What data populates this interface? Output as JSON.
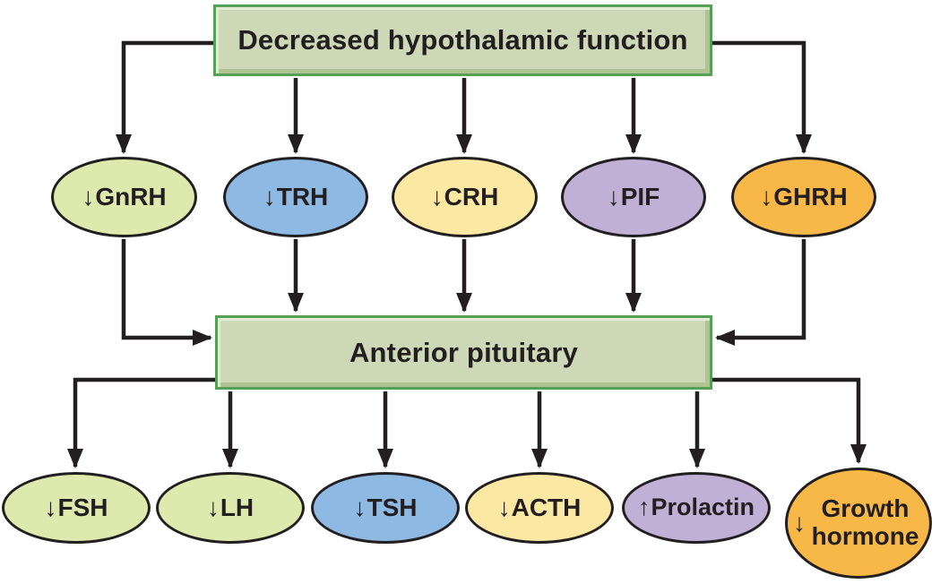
{
  "title_box": {
    "label": "Decreased hypothalamic function"
  },
  "pituitary_box": {
    "label": "Anterior pituitary"
  },
  "hypothalamic_hormones": [
    {
      "id": "gnrh",
      "direction": "decreased",
      "glyph": "↓",
      "label": "GnRH",
      "color": "#dde9ad"
    },
    {
      "id": "trh",
      "direction": "decreased",
      "glyph": "↓",
      "label": "TRH",
      "color": "#8db9e2"
    },
    {
      "id": "crh",
      "direction": "decreased",
      "glyph": "↓",
      "label": "CRH",
      "color": "#fbe8a2"
    },
    {
      "id": "pif",
      "direction": "decreased",
      "glyph": "↓",
      "label": "PIF",
      "color": "#c1b0d5"
    },
    {
      "id": "ghrh",
      "direction": "decreased",
      "glyph": "↓",
      "label": "GHRH",
      "color": "#f7b847"
    }
  ],
  "pituitary_hormones": [
    {
      "id": "fsh",
      "direction": "decreased",
      "glyph": "↓",
      "label": "FSH",
      "color": "#dde9ad"
    },
    {
      "id": "lh",
      "direction": "decreased",
      "glyph": "↓",
      "label": "LH",
      "color": "#dde9ad"
    },
    {
      "id": "tsh",
      "direction": "decreased",
      "glyph": "↓",
      "label": "TSH",
      "color": "#8db9e2"
    },
    {
      "id": "acth",
      "direction": "decreased",
      "glyph": "↓",
      "label": "ACTH",
      "color": "#fbe8a2"
    },
    {
      "id": "prolactin",
      "direction": "increased",
      "glyph": "↑",
      "label": "Prolactin",
      "color": "#c1b0d5"
    },
    {
      "id": "growth_hormone",
      "direction": "decreased",
      "glyph": "↓",
      "label": "Growth hormone",
      "color": "#f7b847"
    }
  ],
  "colors": {
    "box_fill": "#ccd8b6",
    "box_border": "#55a055",
    "arrow": "#231f20",
    "text": "#231f20"
  }
}
